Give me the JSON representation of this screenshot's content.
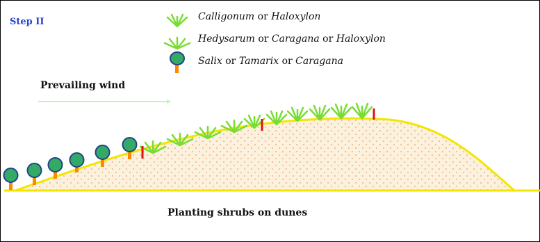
{
  "step_label": "Step II",
  "legend": [
    {
      "symbol": "shrub-v-icon",
      "parts": [
        {
          "text": "Calligonum",
          "italic": true
        },
        {
          "text": " or ",
          "italic": false
        },
        {
          "text": "Haloxylon",
          "italic": true
        }
      ]
    },
    {
      "symbol": "shrub-fan-icon",
      "parts": [
        {
          "text": "Hedysarum",
          "italic": true
        },
        {
          "text": " or ",
          "italic": false
        },
        {
          "text": "Caragana",
          "italic": true
        },
        {
          "text": " or ",
          "italic": false
        },
        {
          "text": "Haloxylon",
          "italic": true
        }
      ]
    },
    {
      "symbol": "tree-icon",
      "parts": [
        {
          "text": "Salix",
          "italic": true
        },
        {
          "text": " or ",
          "italic": false
        },
        {
          "text": "Tamarix",
          "italic": true
        },
        {
          "text": " or ",
          "italic": false
        },
        {
          "text": "Caragana",
          "italic": true
        }
      ]
    }
  ],
  "wind_label": "Prevailing wind",
  "caption": "Planting shrubs on dunes",
  "colors": {
    "dune_outline": "#f2e600",
    "dune_fill": "#fbf1dc",
    "sand_dots": "#e6a070",
    "shrub_green": "#77dd33",
    "tree_crown": "#33aa66",
    "tree_crown_edge": "#224488",
    "tree_trunk": "#ff8800",
    "stake_red": "#dd1111",
    "wind_arrow": "#aaffaa",
    "step_label": "#2244cc"
  }
}
